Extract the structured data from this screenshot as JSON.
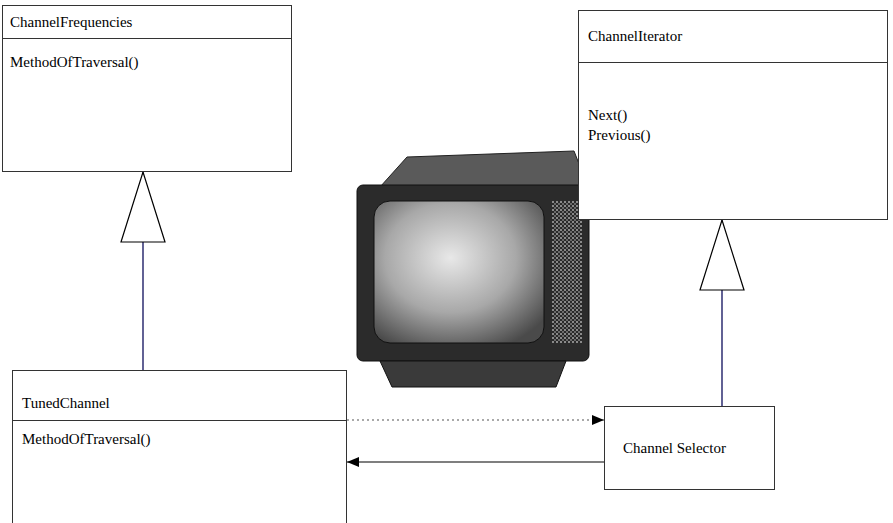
{
  "diagram": {
    "nodes": [
      {
        "text": [
          "ChannelFrequencies",
          "MethodOfTraversal()"
        ]
      },
      {
        "text": [
          "ChannelIterator",
          "Next() Previous()"
        ]
      },
      {
        "text": [
          "TunedChannel",
          "MethodOfTraversal()"
        ]
      },
      {
        "text": [
          "Channel Selector"
        ]
      }
    ],
    "edges": [
      {
        "from": 2,
        "to": 0,
        "arrow": "to"
      },
      {
        "from": 3,
        "to": 1,
        "arrow": "to"
      },
      {
        "from": 2,
        "to": 3,
        "arrow": "to"
      },
      {
        "from": 3,
        "to": 2,
        "arrow": "to"
      }
    ]
  }
}
